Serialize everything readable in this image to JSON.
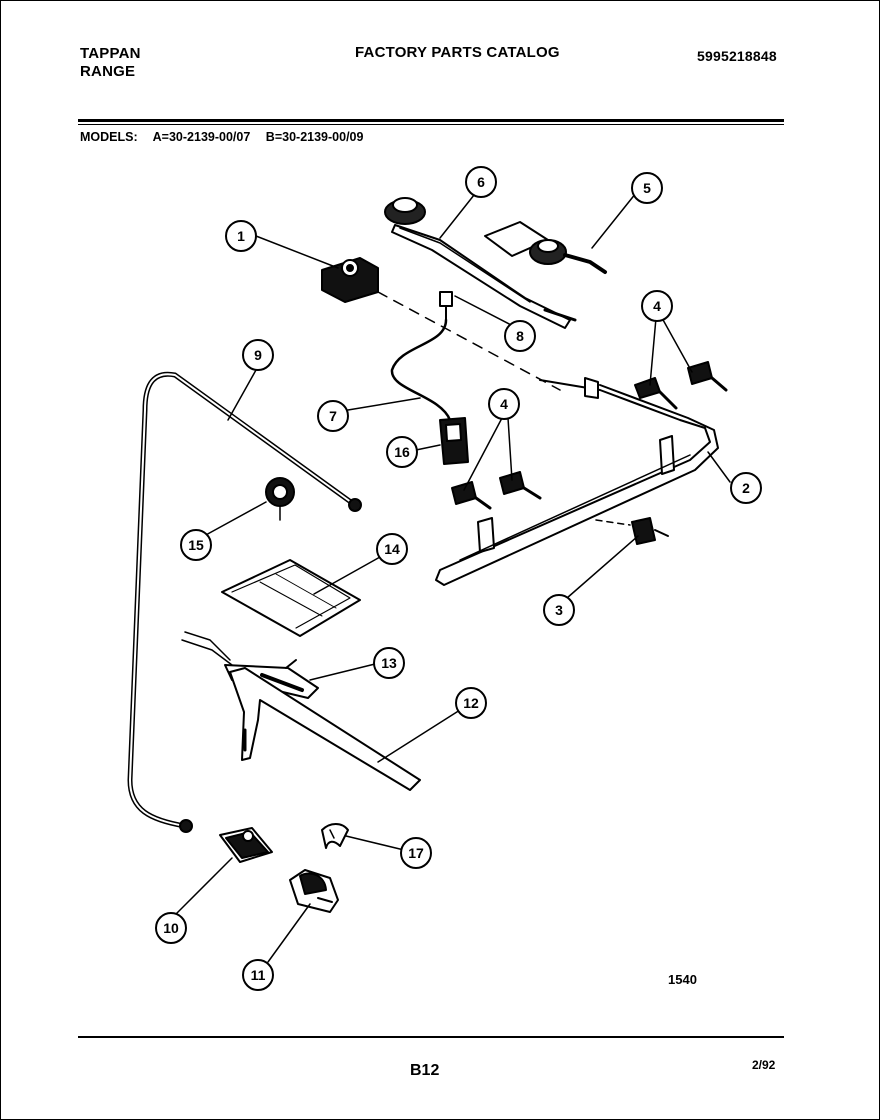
{
  "header": {
    "brand_line1": "TAPPAN",
    "brand_line2": "RANGE",
    "catalog_title": "FACTORY PARTS CATALOG",
    "catalog_number": "5995218848"
  },
  "models": {
    "label": "MODELS:",
    "model_a": "A=30-2139-00/07",
    "model_b": "B=30-2139-00/09"
  },
  "callouts": [
    "1",
    "2",
    "3",
    "4",
    "4",
    "5",
    "6",
    "7",
    "8",
    "9",
    "10",
    "11",
    "12",
    "13",
    "14",
    "15",
    "16",
    "17"
  ],
  "footer": {
    "figure_number": "1540",
    "page_number": "B12",
    "date": "2/92"
  }
}
